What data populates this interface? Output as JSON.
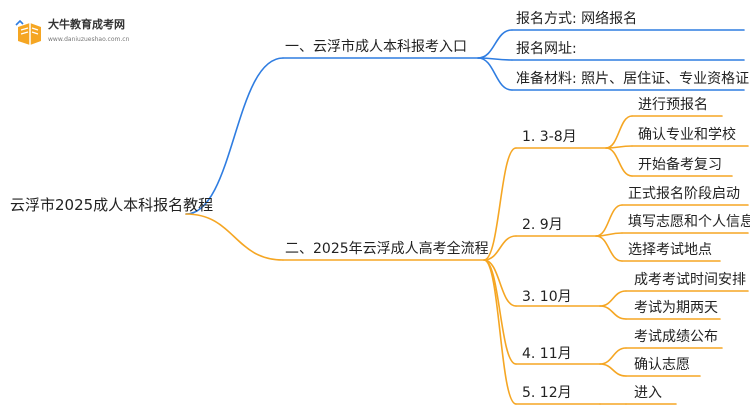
{
  "brand": {
    "name": "大牛教育成考网",
    "url": "www.daniuzueshao.com.cn"
  },
  "colors": {
    "blue": "#2f7de1",
    "orange": "#f5a623"
  },
  "root": "云浮市2025成人本科报名教程",
  "branch1": {
    "label": "一、云浮市成人本科报考入口",
    "children": [
      "报名方式: 网络报名",
      "报名网址:",
      "准备材料: 照片、居住证、专业资格证"
    ]
  },
  "branch2": {
    "label": "二、2025年云浮成人高考全流程",
    "children": [
      {
        "label": "1. 3-8月",
        "items": [
          "进行预报名",
          "确认专业和学校",
          "开始备考复习"
        ]
      },
      {
        "label": "2. 9月",
        "items": [
          "正式报名阶段启动",
          "填写志愿和个人信息",
          "选择考试地点"
        ]
      },
      {
        "label": "3. 10月",
        "items": [
          "成考考试时间安排",
          "考试为期两天"
        ]
      },
      {
        "label": "4. 11月",
        "items": [
          "考试成绩公布",
          "确认志愿"
        ]
      },
      {
        "label": "5. 12月",
        "items": [
          "进入"
        ]
      }
    ]
  }
}
